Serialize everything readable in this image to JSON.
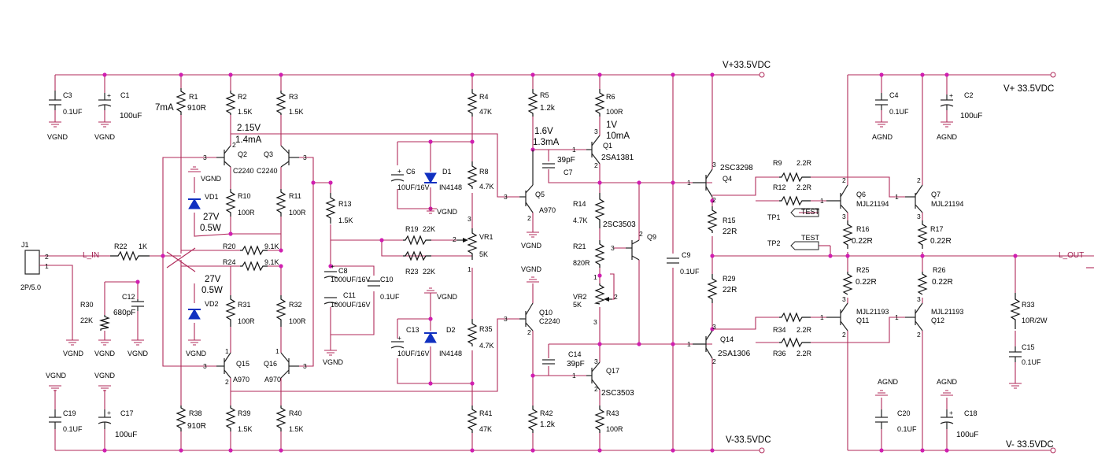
{
  "rails": {
    "vplus_left": "V+33.5VDC",
    "vminus_left": "V-33.5VDC",
    "vplus_right": "V+ 33.5VDC",
    "vminus_right": "V- 33.5VDC"
  },
  "connector": {
    "ref": "J1",
    "part": "2P/5.0",
    "pin2": "2",
    "pin1": "1",
    "net_in": "L_IN",
    "net_out": "L_OUT"
  },
  "grounds": {
    "vgnd": "VGND",
    "agnd": "AGND"
  },
  "notes": {
    "r1_current": "7mA",
    "q2_v": "2.15V",
    "q2_i": "1.4mA",
    "q5_v": "1.6V",
    "q5_i": "1.3mA",
    "q1_v": "1V",
    "q1_i": "10mA",
    "vd1_v": "27V",
    "vd1_p": "0.5W",
    "vd2_v": "27V",
    "vd2_p": "0.5W"
  },
  "testpoints": {
    "tp1": "TP1",
    "tp2": "TP2",
    "test": "TEST"
  },
  "resistors": [
    {
      "ref": "R1",
      "val": "910R"
    },
    {
      "ref": "R2",
      "val": "1.5K"
    },
    {
      "ref": "R3",
      "val": "1.5K"
    },
    {
      "ref": "R4",
      "val": "47K"
    },
    {
      "ref": "R5",
      "val": "1.2k"
    },
    {
      "ref": "R6",
      "val": "100R"
    },
    {
      "ref": "R8",
      "val": "4.7K"
    },
    {
      "ref": "R9",
      "val": "2.2R"
    },
    {
      "ref": "R10",
      "val": "100R"
    },
    {
      "ref": "R11",
      "val": "100R"
    },
    {
      "ref": "R12",
      "val": "2.2R"
    },
    {
      "ref": "R13",
      "val": "1.5K"
    },
    {
      "ref": "R14",
      "val": "4.7K"
    },
    {
      "ref": "R15",
      "val": "22R"
    },
    {
      "ref": "R16",
      "val": "0.22R"
    },
    {
      "ref": "R17",
      "val": "0.22R"
    },
    {
      "ref": "R19",
      "val": "22K"
    },
    {
      "ref": "R20",
      "val": "9.1K"
    },
    {
      "ref": "R21",
      "val": "820R"
    },
    {
      "ref": "R22",
      "val": "1K"
    },
    {
      "ref": "R23",
      "val": "22K"
    },
    {
      "ref": "R24",
      "val": "9.1K"
    },
    {
      "ref": "R25",
      "val": "0.22R"
    },
    {
      "ref": "R26",
      "val": "0.22R"
    },
    {
      "ref": "R29",
      "val": "22R"
    },
    {
      "ref": "R30",
      "val": "22K"
    },
    {
      "ref": "R31",
      "val": "100R"
    },
    {
      "ref": "R32",
      "val": "100R"
    },
    {
      "ref": "R33",
      "val": "10R/2W"
    },
    {
      "ref": "R34",
      "val": "2.2R"
    },
    {
      "ref": "R35",
      "val": "4.7K"
    },
    {
      "ref": "R36",
      "val": "2.2R"
    },
    {
      "ref": "R38",
      "val": "910R"
    },
    {
      "ref": "R39",
      "val": "1.5K"
    },
    {
      "ref": "R40",
      "val": "1.5K"
    },
    {
      "ref": "R41",
      "val": "47K"
    },
    {
      "ref": "R42",
      "val": "1.2k"
    },
    {
      "ref": "R43",
      "val": "100R"
    }
  ],
  "capacitors": [
    {
      "ref": "C1",
      "val": "100uF"
    },
    {
      "ref": "C2",
      "val": "100uF"
    },
    {
      "ref": "C3",
      "val": "0.1UF"
    },
    {
      "ref": "C4",
      "val": "0.1UF"
    },
    {
      "ref": "C6",
      "val": "10UF/16V"
    },
    {
      "ref": "C7",
      "val": "39pF"
    },
    {
      "ref": "C8",
      "val": "1000UF/16V"
    },
    {
      "ref": "C9",
      "val": "0.1UF"
    },
    {
      "ref": "C10",
      "val": "0.1UF"
    },
    {
      "ref": "C11",
      "val": "1000UF/16V"
    },
    {
      "ref": "C12",
      "val": "680pF"
    },
    {
      "ref": "C13",
      "val": "10UF/16V"
    },
    {
      "ref": "C14",
      "val": "39pF"
    },
    {
      "ref": "C15",
      "val": "0.1UF"
    },
    {
      "ref": "C17",
      "val": "100uF"
    },
    {
      "ref": "C18",
      "val": "100uF"
    },
    {
      "ref": "C19",
      "val": "0.1UF"
    },
    {
      "ref": "C20",
      "val": "0.1UF"
    }
  ],
  "transistors": [
    {
      "ref": "Q1",
      "val": "2SA1381"
    },
    {
      "ref": "Q2",
      "val": "C2240"
    },
    {
      "ref": "Q3",
      "val": "C2240"
    },
    {
      "ref": "Q4",
      "val": "2SC3298"
    },
    {
      "ref": "Q5",
      "val": "A970"
    },
    {
      "ref": "Q6",
      "val": "MJL21194"
    },
    {
      "ref": "Q7",
      "val": "MJL21194"
    },
    {
      "ref": "Q9",
      "val": "2SC3503"
    },
    {
      "ref": "Q10",
      "val": "C2240"
    },
    {
      "ref": "Q11",
      "val": "MJL21193"
    },
    {
      "ref": "Q12",
      "val": "MJL21193"
    },
    {
      "ref": "Q14",
      "val": "2SA1306"
    },
    {
      "ref": "Q15",
      "val": "A970"
    },
    {
      "ref": "Q16",
      "val": "A970"
    },
    {
      "ref": "Q17",
      "val": "2SC3503"
    }
  ],
  "diodes": [
    {
      "ref": "D1",
      "val": "IN4148"
    },
    {
      "ref": "D2",
      "val": "IN4148"
    },
    {
      "ref": "VD1",
      "val": ""
    },
    {
      "ref": "VD2",
      "val": ""
    }
  ],
  "pots": [
    {
      "ref": "VR1",
      "val": "5K"
    },
    {
      "ref": "VR2",
      "val": "5K"
    }
  ]
}
